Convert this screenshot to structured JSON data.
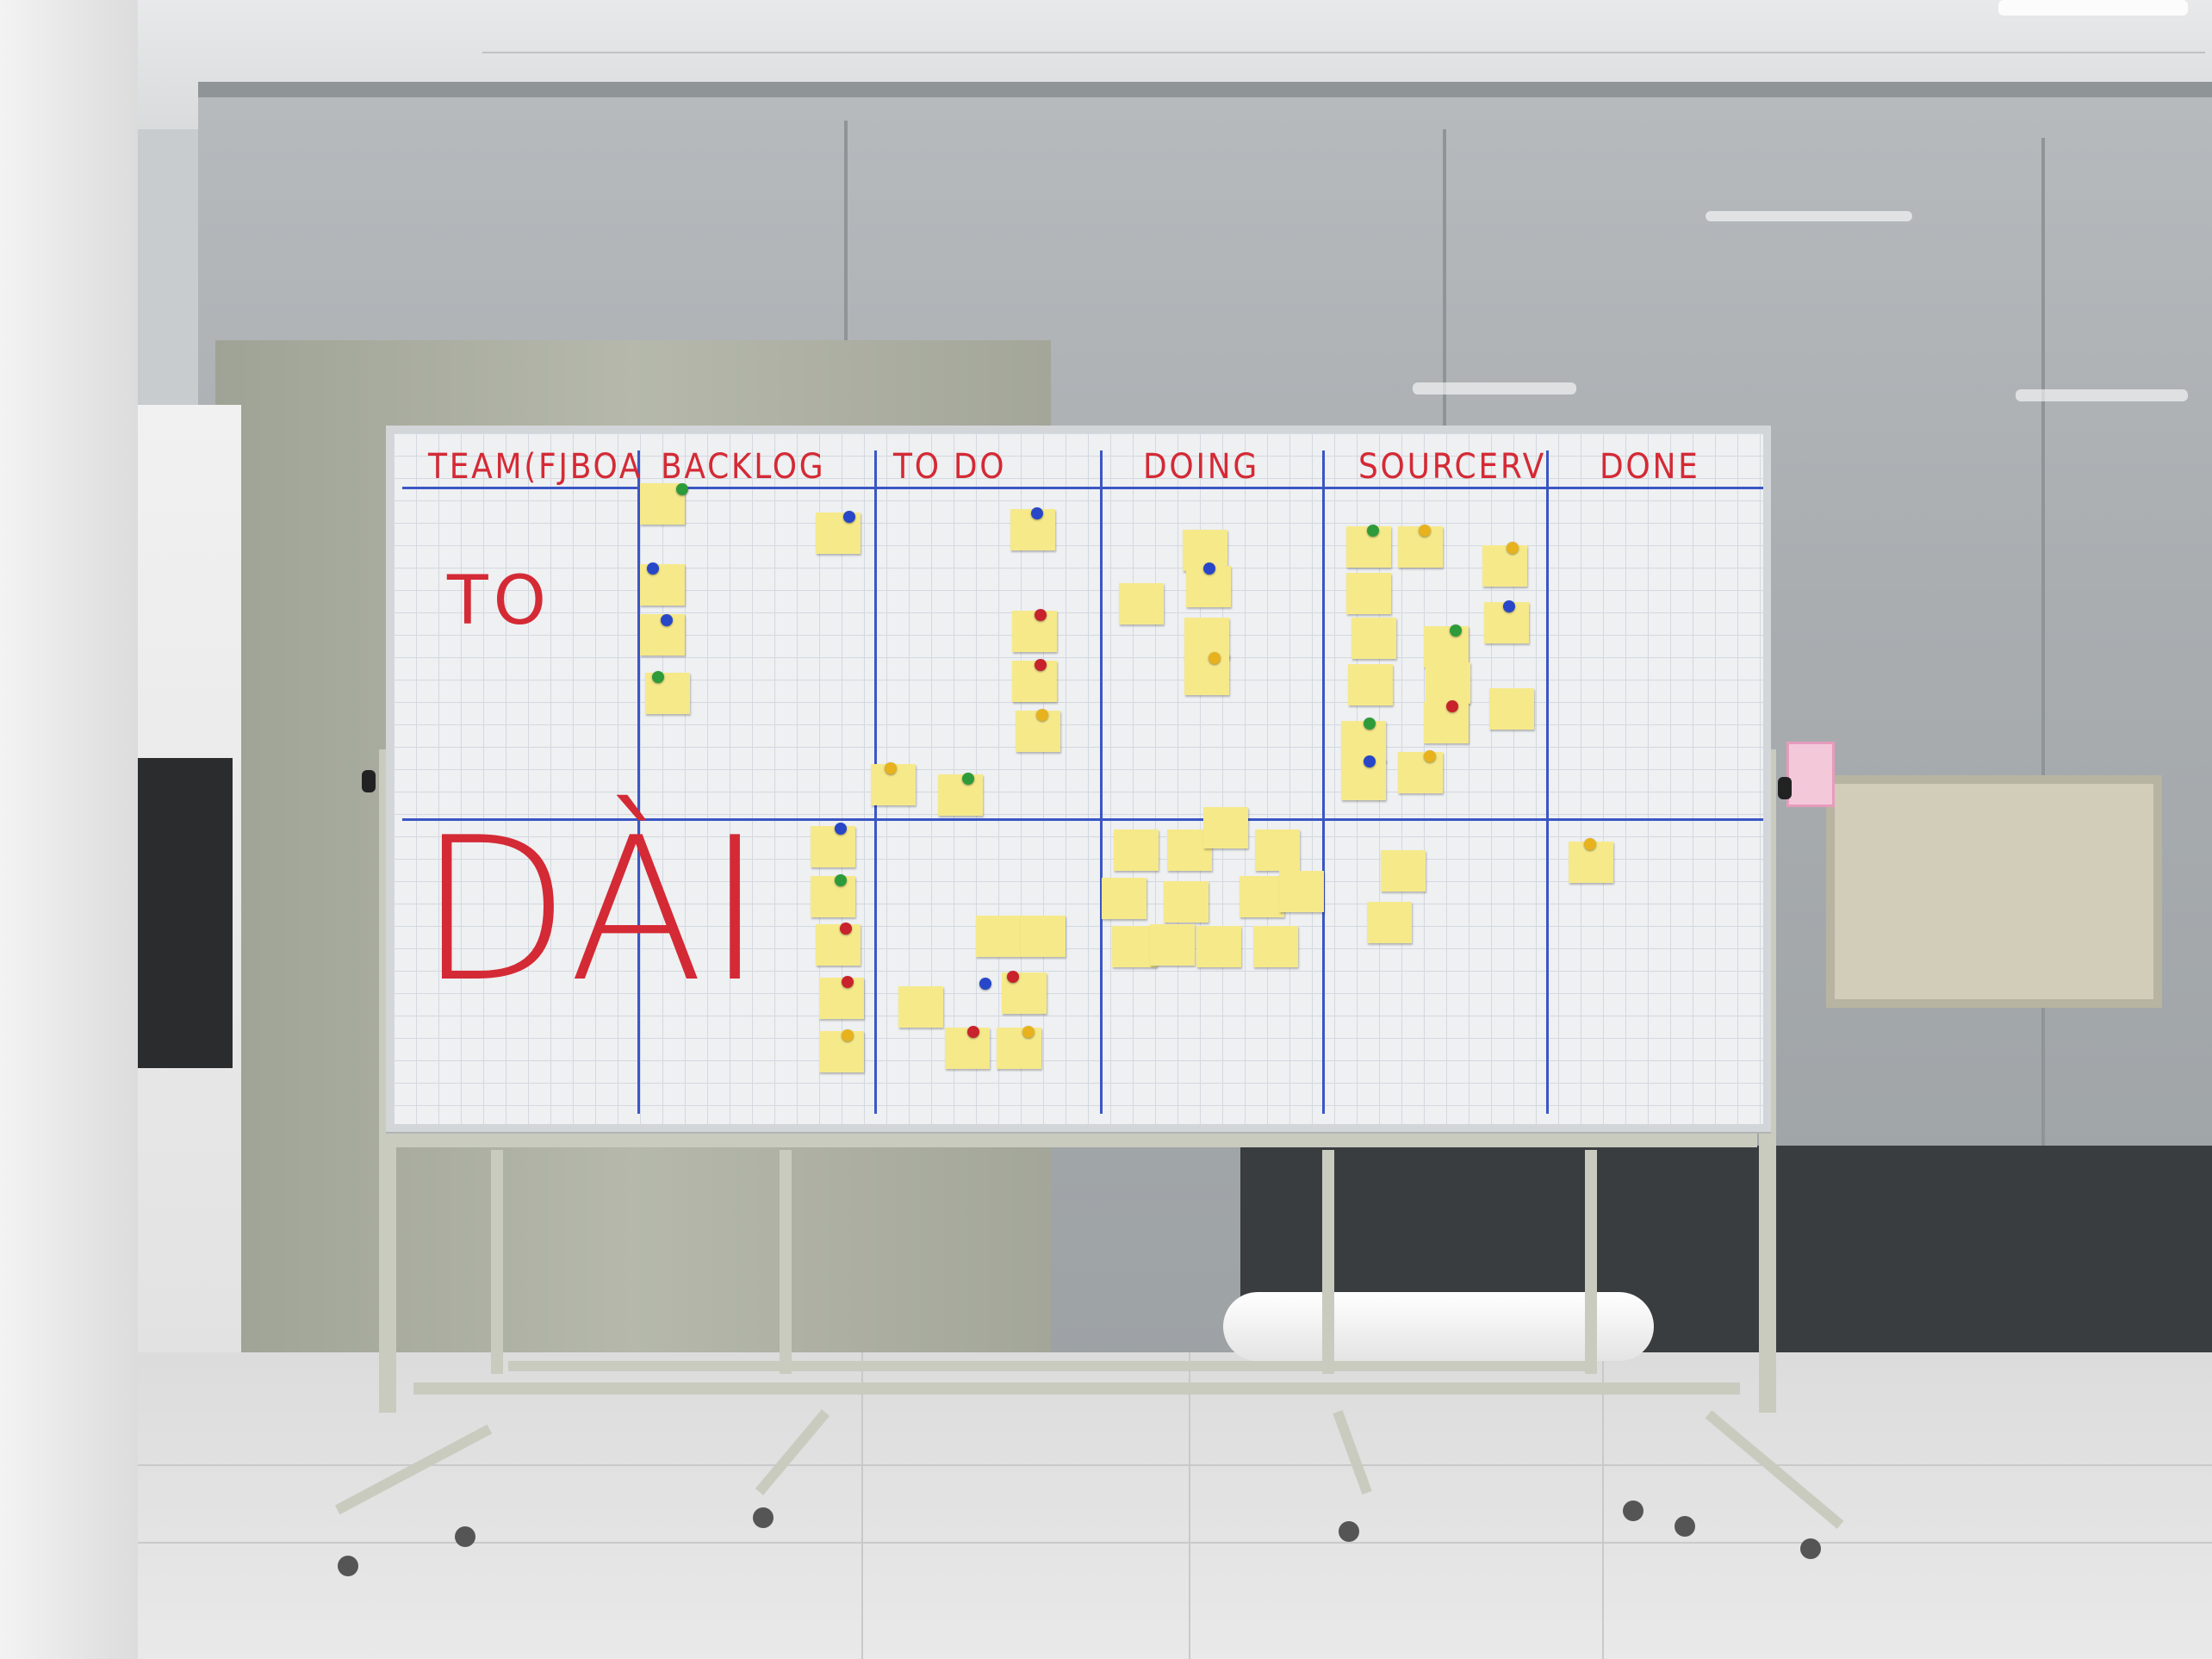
{
  "board": {
    "headers": [
      "TEAM(FJBOA",
      "BACKLOG",
      "TO DO",
      "DOING",
      "SOURCERV",
      "DONE"
    ],
    "row_labels": [
      "TO",
      "DÀI"
    ]
  },
  "colors": {
    "marker_red": "#d42a35",
    "grid_blue": "#3b56c4",
    "sticky_yellow": "#f6e98a",
    "magnet_green": "#2e9b3a",
    "magnet_blue": "#2846c8",
    "magnet_red": "#c8222c",
    "magnet_yellow": "#e7b21e"
  }
}
